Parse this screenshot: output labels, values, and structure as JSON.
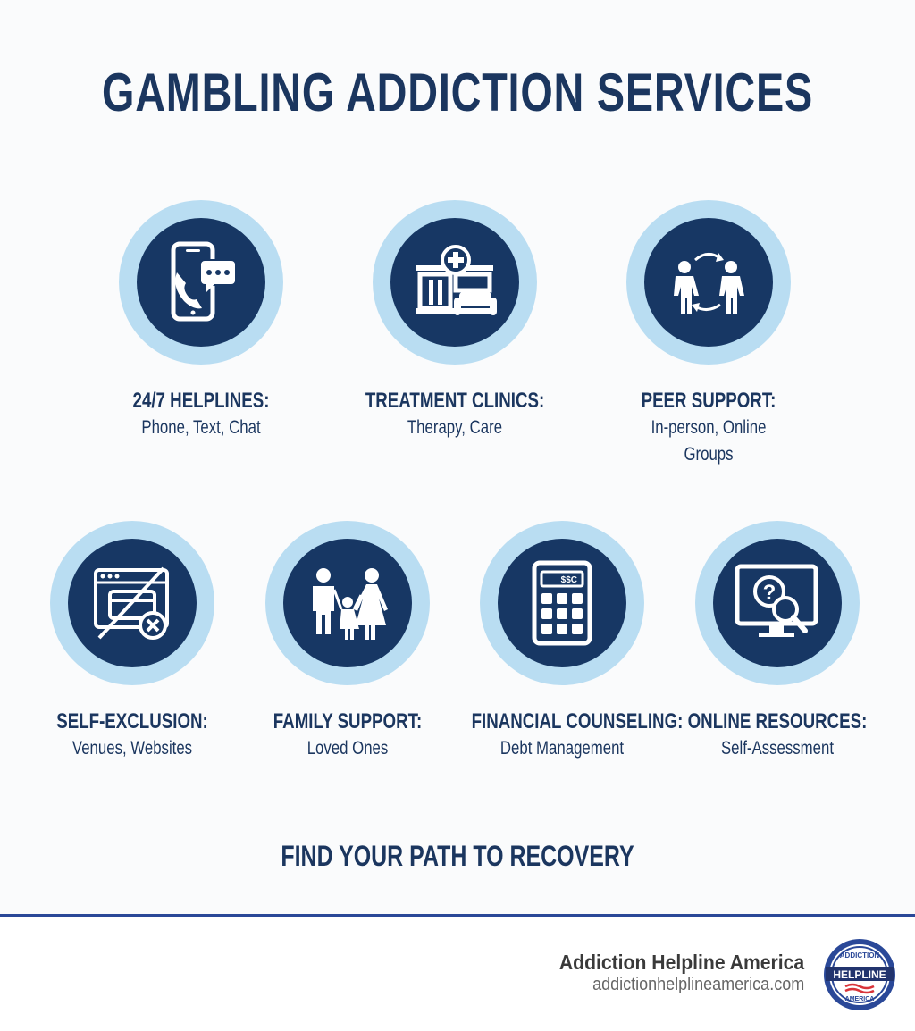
{
  "header": {
    "title": "GAMBLING ADDICTION SERVICES"
  },
  "services": [
    {
      "title": "24/7 HELPLINES:",
      "subtitle": "Phone, Text, Chat",
      "icon": "phone-chat-icon"
    },
    {
      "title": "TREATMENT CLINICS:",
      "subtitle": "Therapy, Care",
      "icon": "clinic-icon"
    },
    {
      "title": "PEER SUPPORT:",
      "subtitle_line1": "In-person, Online",
      "subtitle_line2": "Groups",
      "icon": "peer-exchange-icon"
    },
    {
      "title": "SELF-EXCLUSION:",
      "subtitle": "Venues, Websites",
      "icon": "blocked-website-icon"
    },
    {
      "title": "FAMILY SUPPORT:",
      "subtitle": "Loved Ones",
      "icon": "family-icon"
    },
    {
      "title": "FINANCIAL COUNSELING:",
      "subtitle": "Debt Management",
      "icon": "calculator-icon"
    },
    {
      "title": "ONLINE RESOURCES:",
      "subtitle": "Self-Assessment",
      "icon": "monitor-search-icon"
    }
  ],
  "cta": {
    "text": "FIND YOUR PATH TO RECOVERY"
  },
  "footer": {
    "brand_name": "Addiction Helpline America",
    "brand_url": "addictionhelplineamerica.com",
    "badge_top": "ADDICTION",
    "badge_middle": "HELPLINE",
    "badge_bottom": "AMERICA"
  },
  "colors": {
    "navy": "#173764",
    "text": "#1b365f",
    "ring": "#b9ddf2",
    "divider": "#2a4898"
  }
}
